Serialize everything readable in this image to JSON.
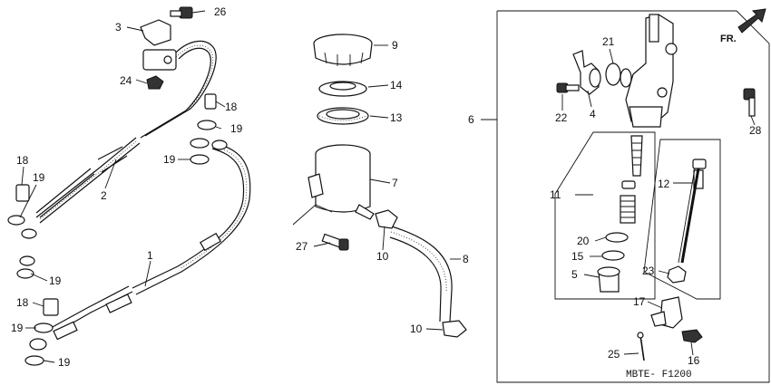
{
  "callouts": {
    "c1": "1",
    "c2": "2",
    "c3": "3",
    "c4": "4",
    "c5": "5",
    "c6": "6",
    "c7": "7",
    "c8": "8",
    "c9": "9",
    "c10a": "10",
    "c10b": "10",
    "c11": "11",
    "c12": "12",
    "c13": "13",
    "c14": "14",
    "c15": "15",
    "c16": "16",
    "c17": "17",
    "c18a": "18",
    "c18b": "18",
    "c18c": "18",
    "c19a": "19",
    "c19b": "19",
    "c19c": "19",
    "c19d": "19",
    "c19e": "19",
    "c19f": "19",
    "c20": "20",
    "c21": "21",
    "c22": "22",
    "c23": "23",
    "c24": "24",
    "c25": "25",
    "c26": "26",
    "c27": "27",
    "c28": "28"
  },
  "direction_label": "FR.",
  "figure_code": "MBTE- F1200"
}
